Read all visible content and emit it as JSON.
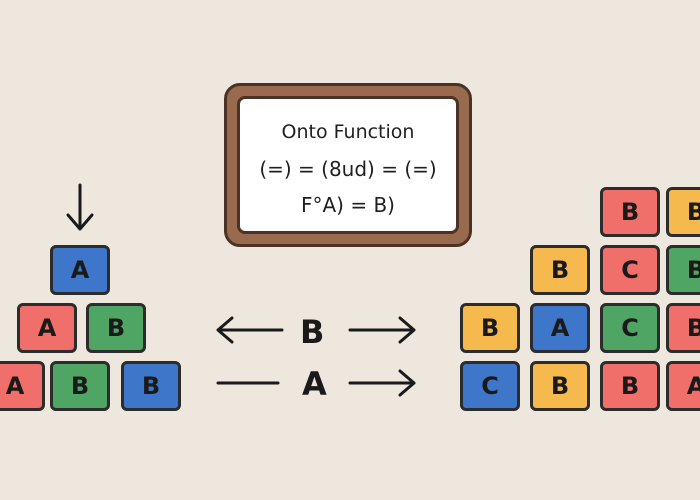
{
  "board": {
    "title": "Onto Function",
    "equation_1": "(=) = (8ud) = (=)",
    "equation_2": "F°A) = B)"
  },
  "left_stack": {
    "row_1": [
      "A"
    ],
    "row_2": [
      "A",
      "B"
    ],
    "row_3": [
      "A",
      "B",
      "B"
    ]
  },
  "middle": {
    "top_label": "B",
    "bottom_label": "A"
  },
  "right_grid": {
    "row_1": [
      "B",
      "B"
    ],
    "row_2": [
      "B",
      "C",
      "B"
    ],
    "row_3": [
      "B",
      "A",
      "C",
      "B"
    ],
    "row_4": [
      "C",
      "B",
      "B",
      "A"
    ]
  },
  "colors": {
    "background": "#ede7dd",
    "blue": "#3e77c9",
    "red": "#f06f6a",
    "green": "#4fa664",
    "yellow": "#f5b94d",
    "frame": "#9a6a4f"
  }
}
